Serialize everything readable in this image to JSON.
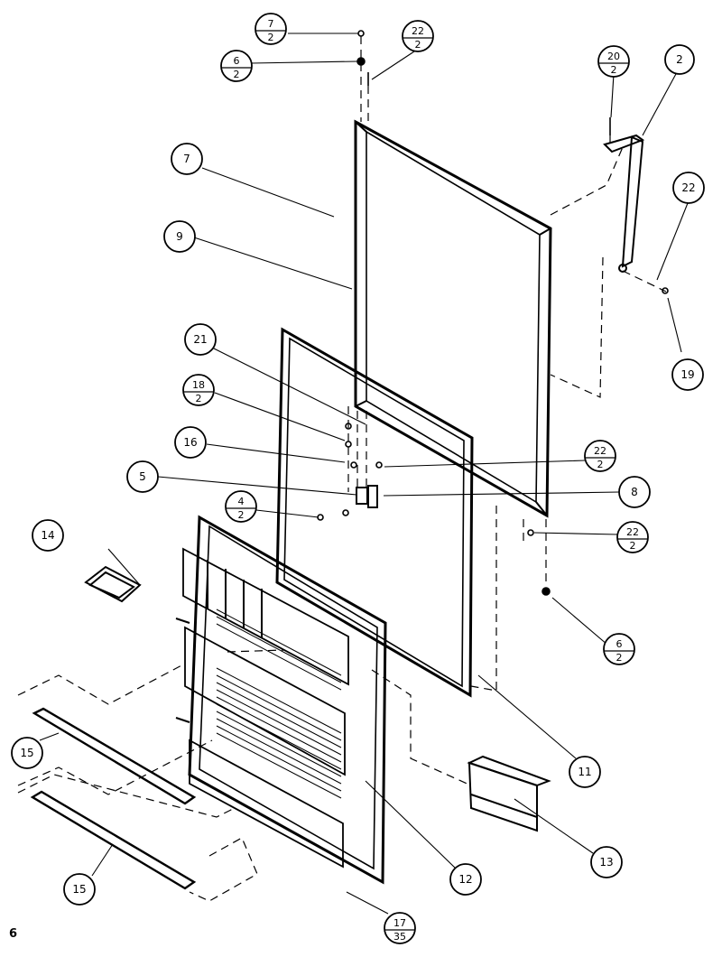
{
  "page_number": "6",
  "callouts": [
    {
      "id": "c-7-2-top",
      "top": "7",
      "bottom": "2"
    },
    {
      "id": "c-22-2-top",
      "top": "22",
      "bottom": "2"
    },
    {
      "id": "c-6-2-top",
      "top": "6",
      "bottom": "2"
    },
    {
      "id": "c-20-2",
      "top": "20",
      "bottom": "2"
    },
    {
      "id": "c-2",
      "top": "2"
    },
    {
      "id": "c-7",
      "top": "7"
    },
    {
      "id": "c-22-right",
      "top": "22"
    },
    {
      "id": "c-9",
      "top": "9"
    },
    {
      "id": "c-19",
      "top": "19"
    },
    {
      "id": "c-21",
      "top": "21"
    },
    {
      "id": "c-18-2",
      "top": "18",
      "bottom": "2"
    },
    {
      "id": "c-16",
      "top": "16"
    },
    {
      "id": "c-22-2-mid",
      "top": "22",
      "bottom": "2"
    },
    {
      "id": "c-5",
      "top": "5"
    },
    {
      "id": "c-8",
      "top": "8"
    },
    {
      "id": "c-4-2",
      "top": "4",
      "bottom": "2"
    },
    {
      "id": "c-22-2-low",
      "top": "22",
      "bottom": "2"
    },
    {
      "id": "c-14",
      "top": "14"
    },
    {
      "id": "c-6-2-low",
      "top": "6",
      "bottom": "2"
    },
    {
      "id": "c-15-upper",
      "top": "15"
    },
    {
      "id": "c-11",
      "top": "11"
    },
    {
      "id": "c-13",
      "top": "13"
    },
    {
      "id": "c-12",
      "top": "12"
    },
    {
      "id": "c-15-lower",
      "top": "15"
    },
    {
      "id": "c-17-35",
      "top": "17",
      "bottom": "35"
    }
  ]
}
